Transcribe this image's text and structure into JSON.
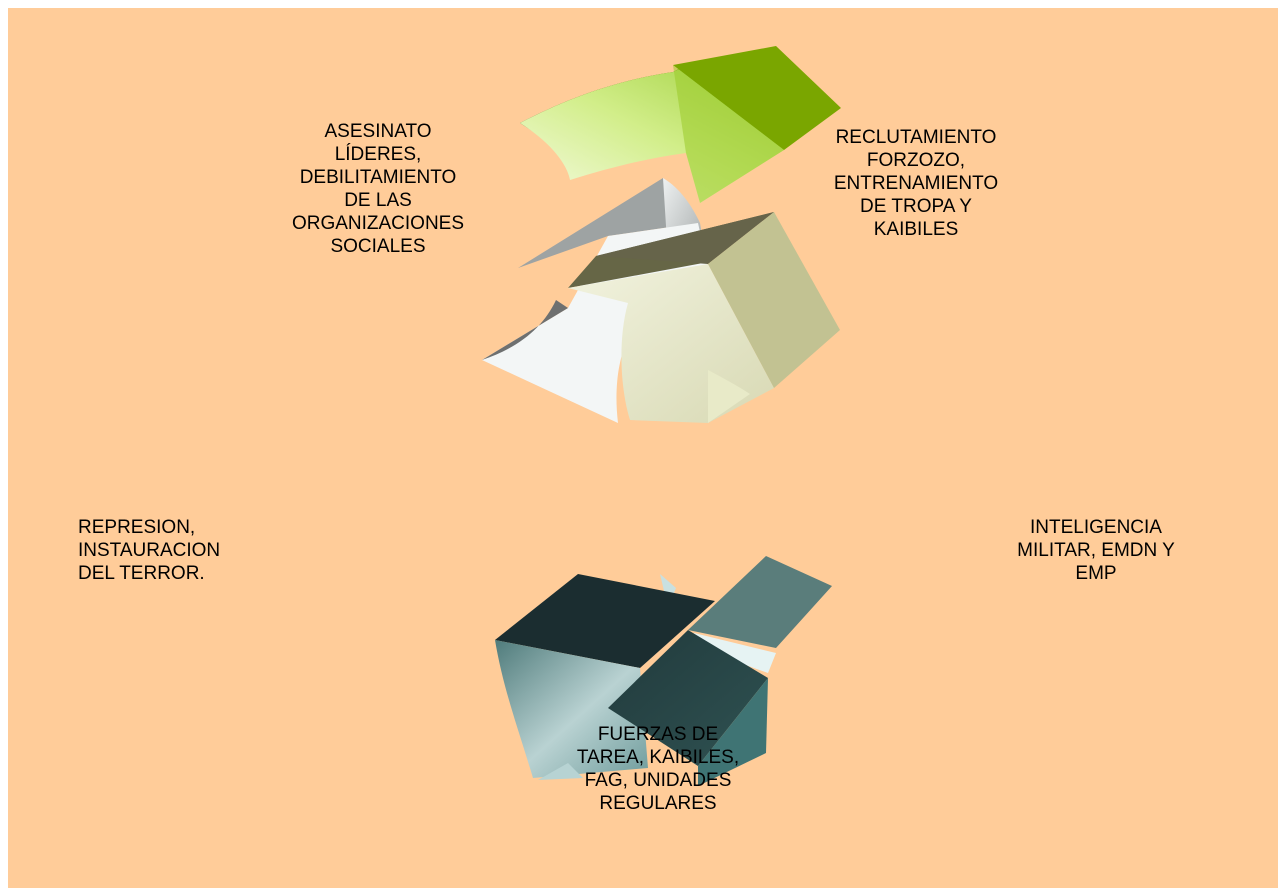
{
  "diagram": {
    "colors": {
      "background": "#ffcc99",
      "green_dark": "#7aa600",
      "green_light": "#c8e87a",
      "grey_dark": "#6e7070",
      "grey_light": "#f4f6f6",
      "khaki": "#c2c292",
      "teal_dark": "#1d2f33",
      "teal_mid": "#3f7474",
      "teal_light": "#b7d3d3"
    },
    "labels": {
      "top_left": "ASESINATO\nLÍDERES,\nDEBILITAMIENTO\nDE LAS\nORGANIZACIONES\nSOCIALES",
      "top_right": "RECLUTAMIENTO\nFORZOZO,\nENTRENAMIENTO\nDE TROPA Y\nKAIBILES",
      "middle_left": "REPRESION,\nINSTAURACION\nDEL TERROR.",
      "middle_right": "INTELIGENCIA\nMILITAR, EMDN Y\nEMP",
      "bottom": "FUERZAS DE\nTAREA, KAIBILES,\nFAG, UNIDADES\nREGULARES"
    }
  }
}
